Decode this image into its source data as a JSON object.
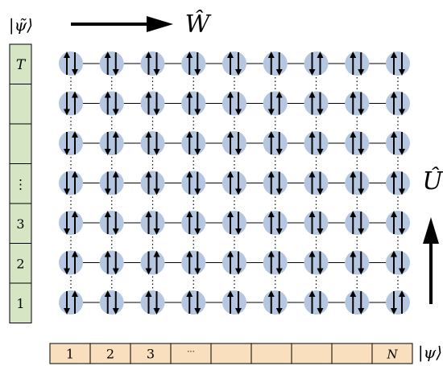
{
  "labels": {
    "psi_tilde_ket": "|ψ̃⟩",
    "w_hat": "Ŵ",
    "u_hat": "Û",
    "psi_ket": "|ψ⟩"
  },
  "time_register": [
    "T",
    "",
    "",
    "⋮",
    "3",
    "2",
    "1"
  ],
  "site_register": [
    "1",
    "2",
    "3",
    "···",
    "",
    "",
    "",
    "",
    "N"
  ],
  "lattice": {
    "rows": 7,
    "cols": 9,
    "spin_pattern": [
      [
        "up-down",
        "up-down",
        "up-down",
        "up-down",
        "up-down",
        "up-down",
        "down-up",
        "up-down",
        "up-down"
      ],
      [
        "down-up",
        "up-down",
        "up-down",
        "up-down",
        "up-down",
        "down-up",
        "up-down",
        "up-down",
        "up-down"
      ],
      [
        "down-up",
        "down-up",
        "up-down",
        "up-down",
        "up-down",
        "up-down",
        "up-down",
        "up-down",
        "up-down"
      ],
      [
        "down-up",
        "down-up",
        "up-down",
        "up-down",
        "up-down",
        "up-down",
        "up-down",
        "up-down",
        "up-down"
      ],
      [
        "down-up",
        "up-down",
        "up-down",
        "up-down",
        "up-down",
        "up-down",
        "up-down",
        "up-down",
        "up-down"
      ],
      [
        "down-up",
        "up-down",
        "down-up",
        "up-down",
        "up-down",
        "up-down",
        "up-down",
        "up-down",
        "up-down"
      ],
      [
        "down-up",
        "up-down",
        "up-down",
        "up-down",
        "up-down",
        "up-down",
        "up-down",
        "up-down",
        "down-up"
      ]
    ]
  },
  "colors": {
    "time_cell_fill": "#d6e6c4",
    "site_cell_fill": "#f9dfbd",
    "node_fill": "#b4c6e0",
    "stroke": "#000000"
  }
}
